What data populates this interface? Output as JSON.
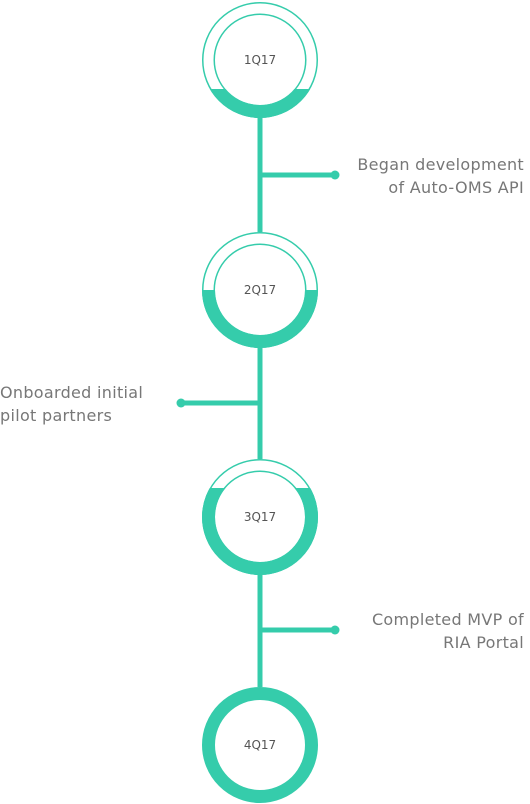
{
  "colors": {
    "accent": "#35ccab",
    "text": "#777777",
    "label": "#555555",
    "background": "#ffffff"
  },
  "milestones": [
    {
      "label": "1Q17",
      "progress": 0.25
    },
    {
      "label": "2Q17",
      "progress": 0.5
    },
    {
      "label": "3Q17",
      "progress": 0.75
    },
    {
      "label": "4Q17",
      "progress": 1.0
    }
  ],
  "events": [
    {
      "side": "right",
      "lines": [
        "Began development",
        "of Auto-OMS API"
      ]
    },
    {
      "side": "left",
      "lines": [
        "Onboarded initial",
        "pilot partners"
      ]
    },
    {
      "side": "right",
      "lines": [
        "Completed MVP of",
        "RIA Portal"
      ]
    }
  ]
}
